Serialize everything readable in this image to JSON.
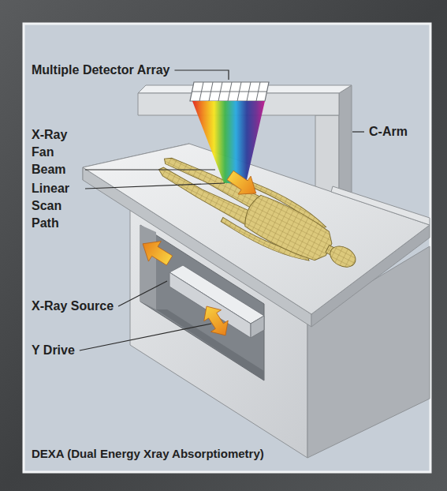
{
  "diagram": {
    "caption": "DEXA (Dual Energy Xray Absorptiometry)",
    "labels": [
      "Multiple Detector Array",
      "X-Ray Fan Beam",
      "Linear Scan Path",
      "C-Arm",
      "X-Ray Source",
      "Y Drive"
    ]
  }
}
